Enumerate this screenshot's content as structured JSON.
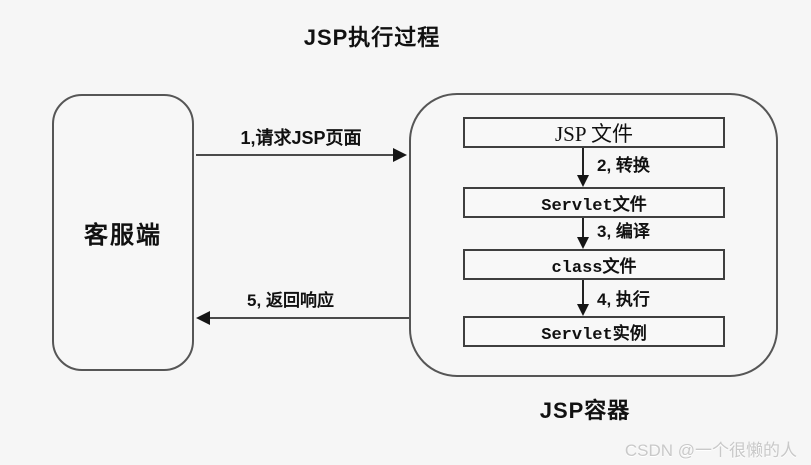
{
  "title": "JSP执行过程",
  "client": {
    "label": "客服端"
  },
  "container": {
    "label": "JSP容器",
    "stages": [
      {
        "label": "JSP 文件"
      },
      {
        "label": "Servlet文件"
      },
      {
        "label": "class文件"
      },
      {
        "label": "Servlet实例"
      }
    ],
    "steps": [
      {
        "label": "2, 转换"
      },
      {
        "label": "3, 编译"
      },
      {
        "label": "4, 执行"
      }
    ]
  },
  "arrows": {
    "request": "1,请求JSP页面",
    "response": "5, 返回响应"
  },
  "watermark": "CSDN @一个很懒的人",
  "colors": {
    "background": "#f6f6f6",
    "node_border": "#565656",
    "box_border": "#3f3f3f",
    "arrow": "#151515",
    "text": "#111111",
    "watermark": "#c9c9c9"
  }
}
